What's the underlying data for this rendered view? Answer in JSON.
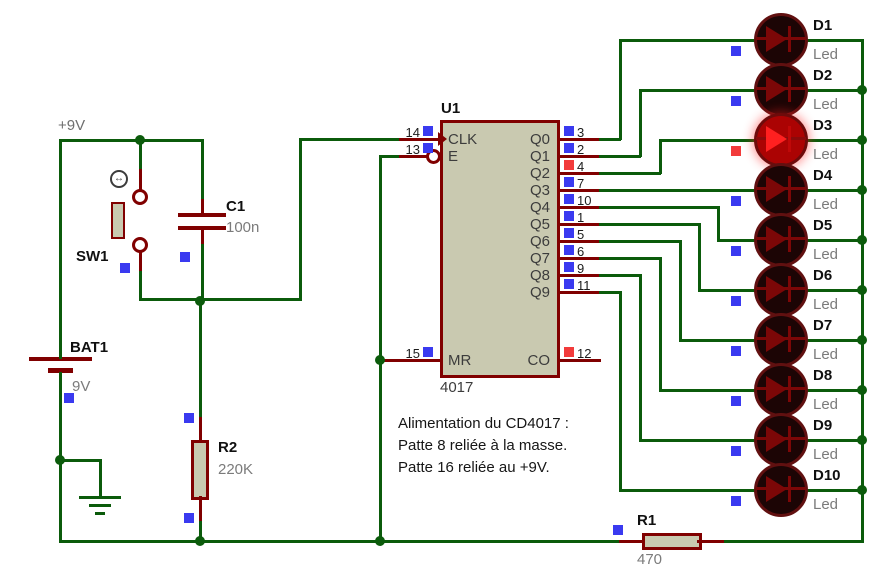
{
  "schematic": {
    "power_rail_label": "+9V",
    "note_lines": [
      "Alimentation du CD4017 :",
      "Patte 8 reliée à la masse.",
      "Patte 16 reliée au +9V."
    ],
    "battery": {
      "ref": "BAT1",
      "value": "9V"
    },
    "switch": {
      "ref": "SW1"
    },
    "capacitor": {
      "ref": "C1",
      "value": "100n"
    },
    "r2": {
      "ref": "R2",
      "value": "220K"
    },
    "r1": {
      "ref": "R1",
      "value": "470"
    },
    "ic": {
      "ref": "U1",
      "value": "4017",
      "left_pins": [
        {
          "name": "CLK",
          "number": "14",
          "state": "low"
        },
        {
          "name": "E",
          "number": "13",
          "state": "low"
        },
        {
          "name": "MR",
          "number": "15",
          "state": "low"
        }
      ],
      "right_pins": [
        {
          "name": "Q0",
          "number": "3",
          "state": "low"
        },
        {
          "name": "Q1",
          "number": "2",
          "state": "low"
        },
        {
          "name": "Q2",
          "number": "4",
          "state": "high"
        },
        {
          "name": "Q3",
          "number": "7",
          "state": "low"
        },
        {
          "name": "Q4",
          "number": "10",
          "state": "low"
        },
        {
          "name": "Q5",
          "number": "1",
          "state": "low"
        },
        {
          "name": "Q6",
          "number": "5",
          "state": "low"
        },
        {
          "name": "Q7",
          "number": "6",
          "state": "low"
        },
        {
          "name": "Q8",
          "number": "9",
          "state": "low"
        },
        {
          "name": "Q9",
          "number": "11",
          "state": "low"
        },
        {
          "name": "CO",
          "number": "12",
          "state": "high"
        }
      ]
    },
    "leds": [
      {
        "ref": "D1",
        "value": "Led",
        "state": "off"
      },
      {
        "ref": "D2",
        "value": "Led",
        "state": "off"
      },
      {
        "ref": "D3",
        "value": "Led",
        "state": "on"
      },
      {
        "ref": "D4",
        "value": "Led",
        "state": "off"
      },
      {
        "ref": "D5",
        "value": "Led",
        "state": "off"
      },
      {
        "ref": "D6",
        "value": "Led",
        "state": "off"
      },
      {
        "ref": "D7",
        "value": "Led",
        "state": "off"
      },
      {
        "ref": "D8",
        "value": "Led",
        "state": "off"
      },
      {
        "ref": "D9",
        "value": "Led",
        "state": "off"
      },
      {
        "ref": "D10",
        "value": "Led",
        "state": "off"
      }
    ]
  },
  "colors": {
    "wire": "#0b5b0b",
    "pin": "#800000",
    "component_fill": "#c9c9b0",
    "state_low": "#3a3af0",
    "state_high": "#f23b3b",
    "value_text": "#7b7b7b",
    "led_on_fill": "#ab0303",
    "led_on_symbol": "#ff2020",
    "led_on_border": "#6e0b0b",
    "led_off_fill": "#1c0505",
    "led_off_symbol": "#7c0707",
    "led_off_border": "#611010"
  }
}
